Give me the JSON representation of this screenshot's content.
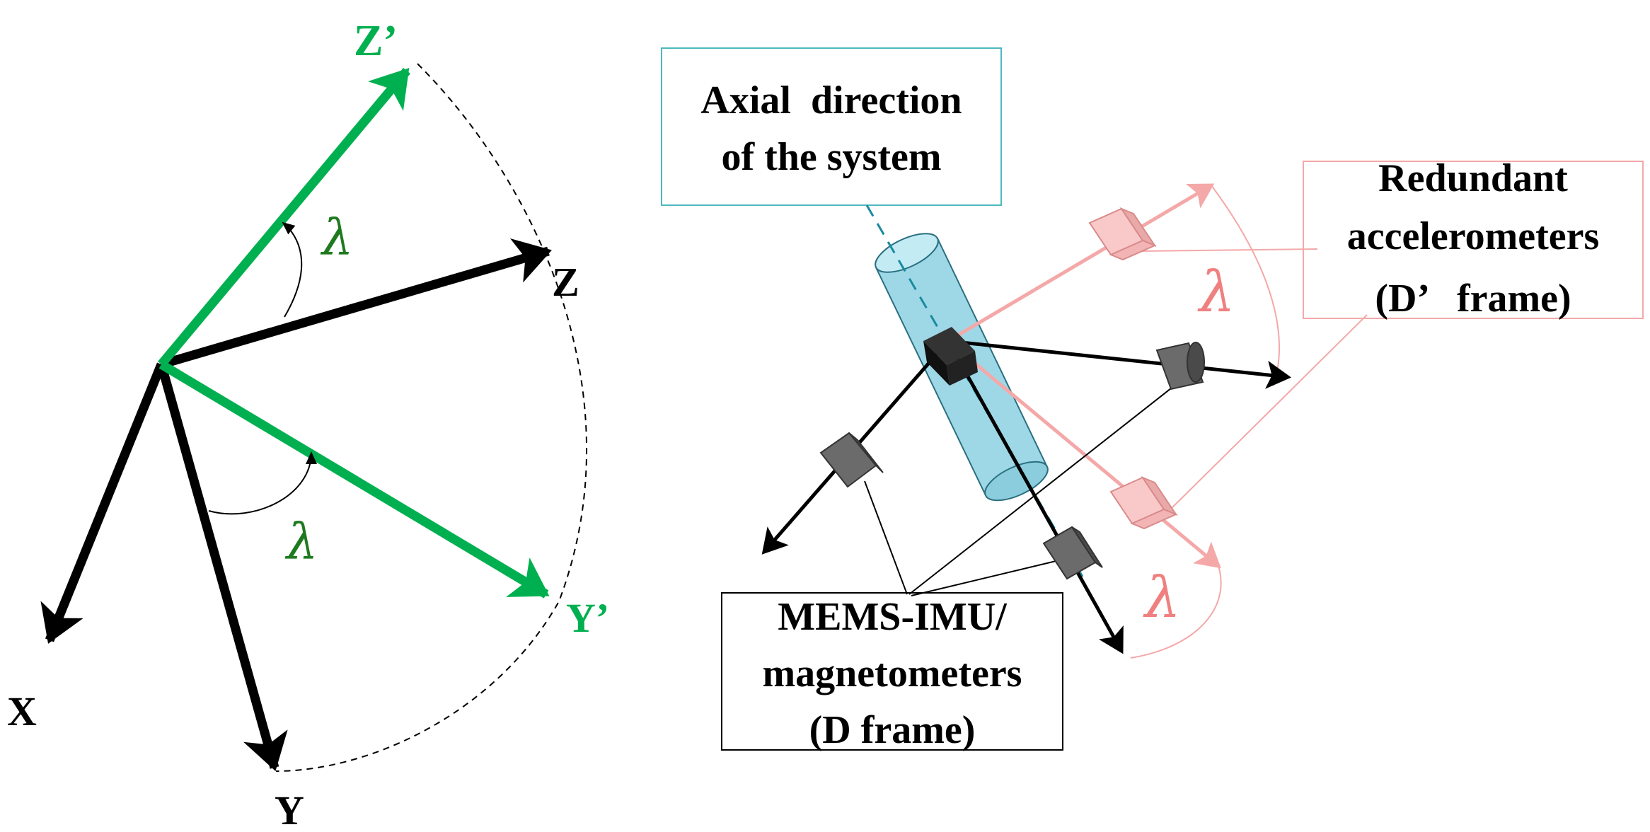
{
  "left_frame": {
    "axis_x_label": "X",
    "axis_y_label": "Y",
    "axis_z_label": "Z",
    "axis_y_prime_label": "Y’",
    "axis_z_prime_label": "Z’",
    "angle_upper_label": "λ",
    "angle_lower_label": "λ"
  },
  "right_frame": {
    "axial_box_line1": "Axial  direction",
    "axial_box_line2": "of the system",
    "redundant_box_line1": "Redundant",
    "redundant_box_line2": "accelerometers",
    "redundant_box_line3": "(D’   frame)",
    "mems_box_line1": "MEMS-IMU/",
    "mems_box_line2": "magnetometers",
    "mems_box_line3": "(D frame)",
    "angle_upper_label": "λ",
    "angle_lower_label": "λ"
  },
  "colors": {
    "primary_axes": "#000000",
    "rotated_axes": "#00b050",
    "angle_label_left": "#1f7a1f",
    "redundant_pink": "#f4a8a8",
    "redundant_label": "#f08080",
    "cylinder_fill": "#9ed8e6",
    "axial_box_border": "#4fb8c0",
    "sensor_gray": "#6b6b6b"
  }
}
